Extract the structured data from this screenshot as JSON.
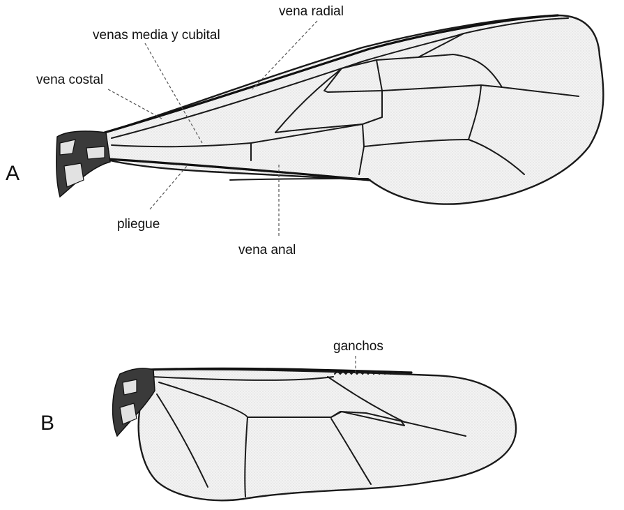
{
  "figure": {
    "wing_a": {
      "letter": "A",
      "labels": {
        "vena_radial": "vena radial",
        "venas_media_cubital": "venas media y cubital",
        "vena_costal": "vena costal",
        "pliegue": "pliegue",
        "vena_anal": "vena anal"
      }
    },
    "wing_b": {
      "letter": "B",
      "labels": {
        "ganchos": "ganchos"
      }
    }
  }
}
